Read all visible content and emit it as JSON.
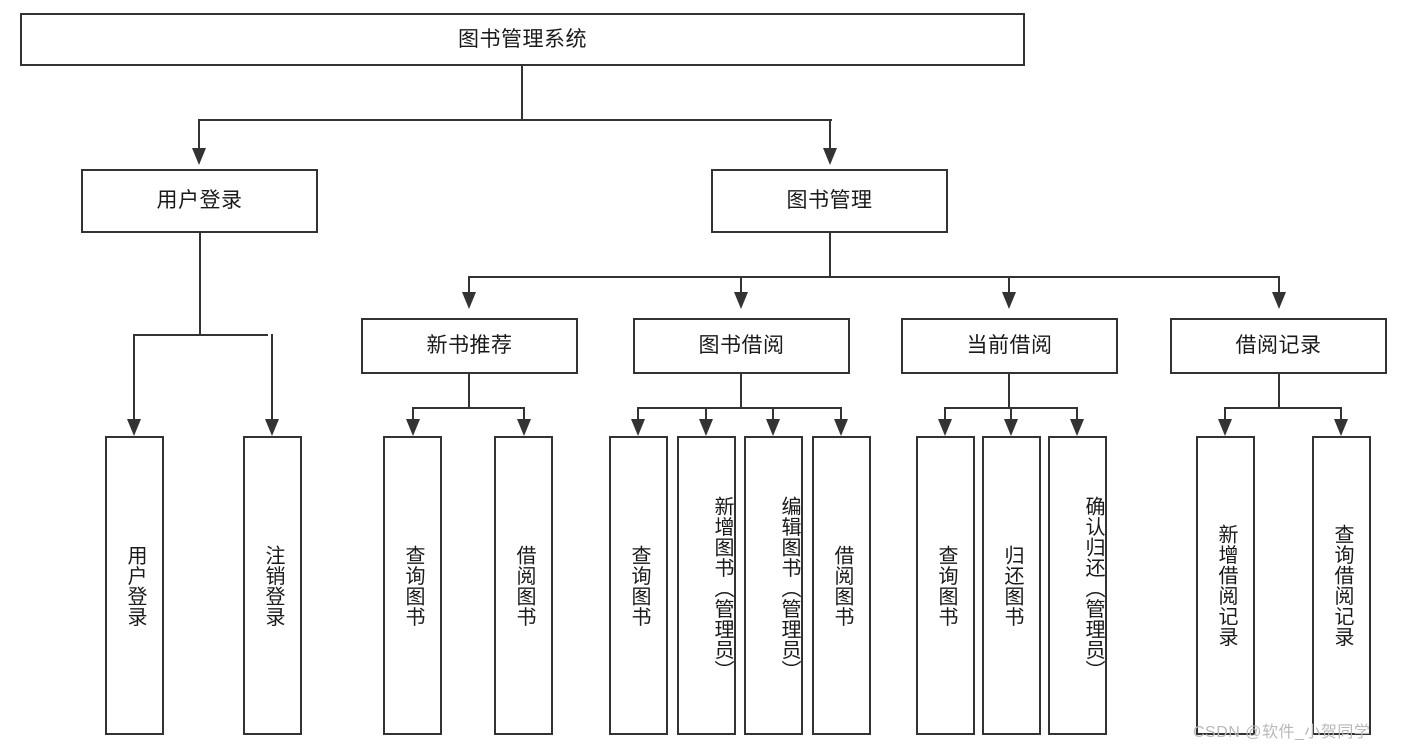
{
  "diagram": {
    "title": "图书管理系统",
    "type": "hierarchy-tree",
    "root": {
      "label": "图书管理系统"
    },
    "level2": [
      {
        "id": "user-login",
        "label": "用户登录"
      },
      {
        "id": "book-management",
        "label": "图书管理"
      }
    ],
    "level3": [
      {
        "id": "new-book-recommend",
        "label": "新书推荐"
      },
      {
        "id": "book-borrow",
        "label": "图书借阅"
      },
      {
        "id": "current-borrow",
        "label": "当前借阅"
      },
      {
        "id": "borrow-record",
        "label": "借阅记录"
      }
    ],
    "leaves": [
      {
        "id": "leaf-user-login",
        "label": "用户登录"
      },
      {
        "id": "leaf-logout-login",
        "label": "注销登录"
      },
      {
        "id": "leaf-query-book-1",
        "label": "查询图书"
      },
      {
        "id": "leaf-borrow-book-1",
        "label": "借阅图书"
      },
      {
        "id": "leaf-query-book-2",
        "label": "查询图书"
      },
      {
        "id": "leaf-add-book",
        "label": "新增图书（管理员）"
      },
      {
        "id": "leaf-edit-book",
        "label": "编辑图书（管理员）"
      },
      {
        "id": "leaf-borrow-book-2",
        "label": "借阅图书"
      },
      {
        "id": "leaf-query-book-3",
        "label": "查询图书"
      },
      {
        "id": "leaf-return-book",
        "label": "归还图书"
      },
      {
        "id": "leaf-confirm-return",
        "label": "确认归还（管理员）"
      },
      {
        "id": "leaf-add-borrow-record",
        "label": "新增借阅记录"
      },
      {
        "id": "leaf-query-borrow-record",
        "label": "查询借阅记录"
      }
    ]
  },
  "watermark": {
    "text": "CSDN @软件_小贺同学"
  },
  "colors": {
    "stroke": "#333333",
    "background": "#ffffff",
    "text": "#1a1a1a",
    "watermark": "#b9b9b9"
  }
}
